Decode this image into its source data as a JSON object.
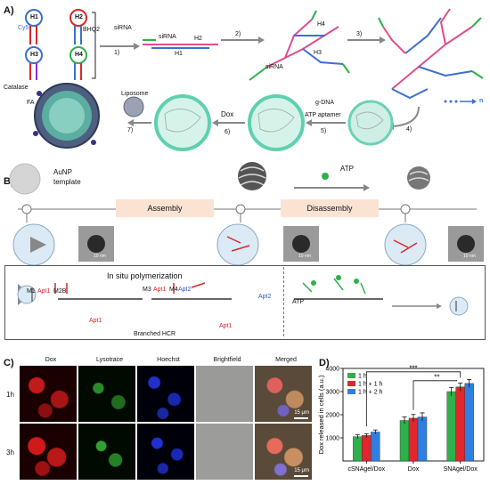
{
  "panelA": {
    "label": "A)",
    "hairpins": [
      "H1",
      "H2",
      "H3",
      "H4"
    ],
    "cy5": "Cy5",
    "bhq2": "BHQ2",
    "sirna_top": "siRNA",
    "sirna_mid": "siRNA",
    "sirna_branch": "siRNA",
    "h1": "H1",
    "h2": "H2",
    "h3": "H3",
    "h4": "H4",
    "steps": [
      "1)",
      "2)",
      "3)",
      "4)",
      "5)",
      "6)",
      "7)"
    ],
    "catalase": "Catalase",
    "fa": "FA",
    "liposome": "Liposome",
    "dox": "Dox",
    "gdna": "g-DNA",
    "atp_aptamer": "ATP aptamer",
    "n_label": "n"
  },
  "panelB": {
    "label": "B)",
    "aunp": "AuNP",
    "template": "template",
    "assembly": "Assembly",
    "atp": "ATP",
    "disassembly": "Disassembly",
    "scale1": "10 nm",
    "scale2": "10 nm",
    "scale3": "10 nm",
    "insitu_title": "In situ polymerization",
    "m1": "M1",
    "apt1": "Apt1",
    "m2b": "M2B",
    "m3": "M3",
    "m4": "M4",
    "apt2": "Apt2",
    "apt2b": "Apt2",
    "apt1b": "Apt1",
    "apt1c": "Apt1",
    "apt1d": "Apt1",
    "branched": "Branched HCR",
    "atp2": "ATP"
  },
  "panelC": {
    "label": "C)",
    "columns": [
      "Dox",
      "Lysotrace",
      "Hoechst",
      "Brightfield",
      "Merged"
    ],
    "rows": [
      "1h",
      "3h"
    ],
    "scale_a": "15 μm",
    "scale_b": "15 μm"
  },
  "panelD": {
    "label": "D)",
    "sig1": "***",
    "sig2": "**"
  },
  "chart_data": {
    "type": "bar",
    "categories": [
      "cSNAgel/Dox",
      "Dox",
      "SNAgel/Dox"
    ],
    "series": [
      {
        "name": "1 h",
        "values": [
          1050,
          1750,
          3000
        ],
        "errors": [
          80,
          150,
          180
        ],
        "color": "#2fb04a"
      },
      {
        "name": "1 h + 1 h",
        "values": [
          1100,
          1850,
          3200
        ],
        "errors": [
          80,
          160,
          170
        ],
        "color": "#e3262b"
      },
      {
        "name": "1 h + 2 h",
        "values": [
          1250,
          1900,
          3350
        ],
        "errors": [
          90,
          180,
          170
        ],
        "color": "#2f7fe0"
      }
    ],
    "ylabel": "Dox released in cells (a.u.)",
    "ylim": [
      0,
      4000
    ],
    "yticks": [
      "1000",
      "2000",
      "3000",
      "4000"
    ],
    "legend": "top-left",
    "grid": false
  }
}
